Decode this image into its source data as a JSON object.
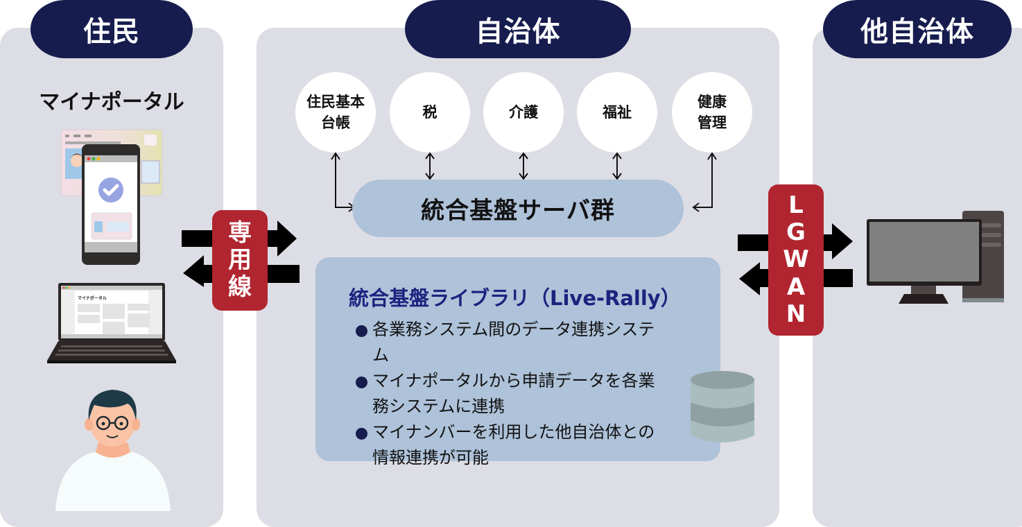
{
  "sections": {
    "resident": {
      "label": "住民",
      "portal_label": "マイナポータル",
      "laptop_screen_label": "マイナポータル"
    },
    "municipality": {
      "label": "自治体"
    },
    "other_municipality": {
      "label": "他自治体"
    }
  },
  "connections": {
    "dedicated_line": {
      "label": "専用線",
      "chars": [
        "専",
        "用",
        "線"
      ]
    },
    "lgwan": {
      "label": "LGWAN",
      "chars": [
        "L",
        "G",
        "W",
        "A",
        "N"
      ]
    }
  },
  "business_systems": [
    {
      "label": "住民基本\n台帳"
    },
    {
      "label": "税"
    },
    {
      "label": "介護"
    },
    {
      "label": "福祉"
    },
    {
      "label": "健康\n管理"
    }
  ],
  "server": {
    "label": "統合基盤サーバ群"
  },
  "library": {
    "title": "統合基盤ライブラリ（Live-Rally）",
    "items": [
      "各業務システム間のデータ連携システム",
      "マイナポータルから申請データを各業務システムに連携",
      "マイナンバーを利用した他自治体との情報連携が可能"
    ]
  },
  "colors": {
    "header_navy": "#161c4e",
    "panel_gray": "#dddde5",
    "accent_red": "#b0252f",
    "server_blue": "#aec2d9",
    "library_title": "#1b237e"
  }
}
